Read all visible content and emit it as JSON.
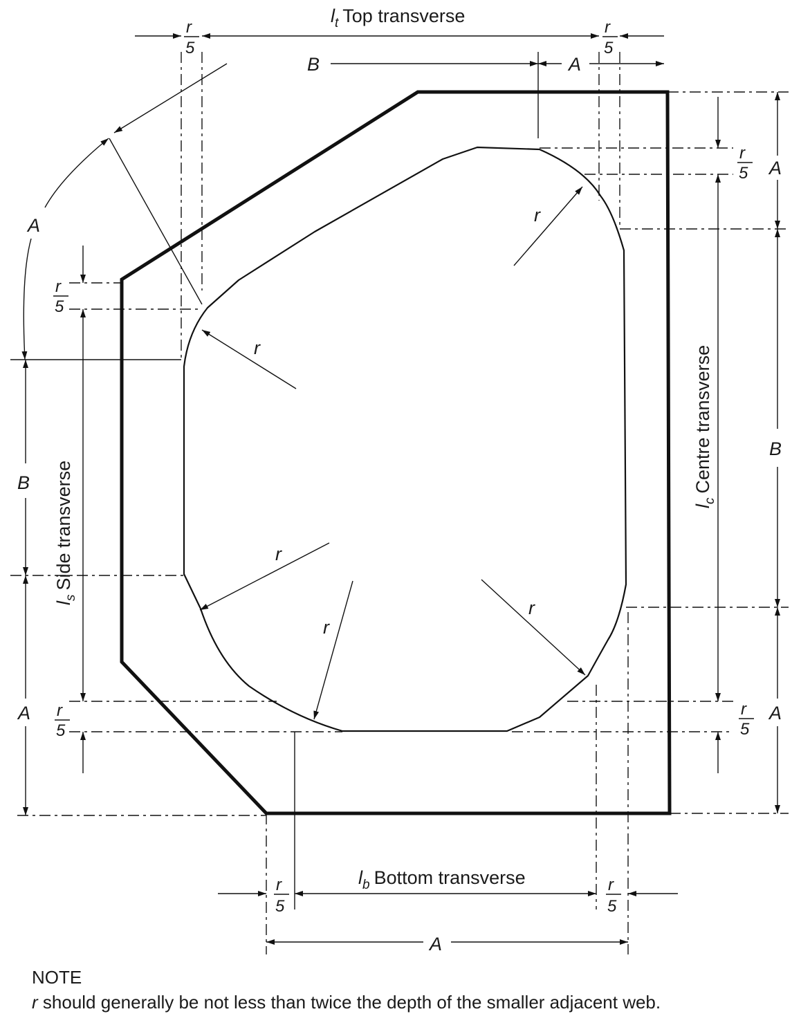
{
  "labels": {
    "top_l": "l",
    "top_sub": "t",
    "top_text": "Top transverse",
    "bottom_l": "l",
    "bottom_sub": "b",
    "bottom_text": "Bottom transverse",
    "side_l": "l",
    "side_sub": "s",
    "side_text": "Side transverse",
    "centre_l": "l",
    "centre_sub": "c",
    "centre_text": "Centre transverse",
    "A": "A",
    "B": "B",
    "r": "r",
    "frac_num": "r",
    "frac_den": "5"
  },
  "note": {
    "title": "NOTE",
    "r_symbol": "r",
    "text": " should generally be not less than twice the depth of the smaller adjacent web."
  }
}
